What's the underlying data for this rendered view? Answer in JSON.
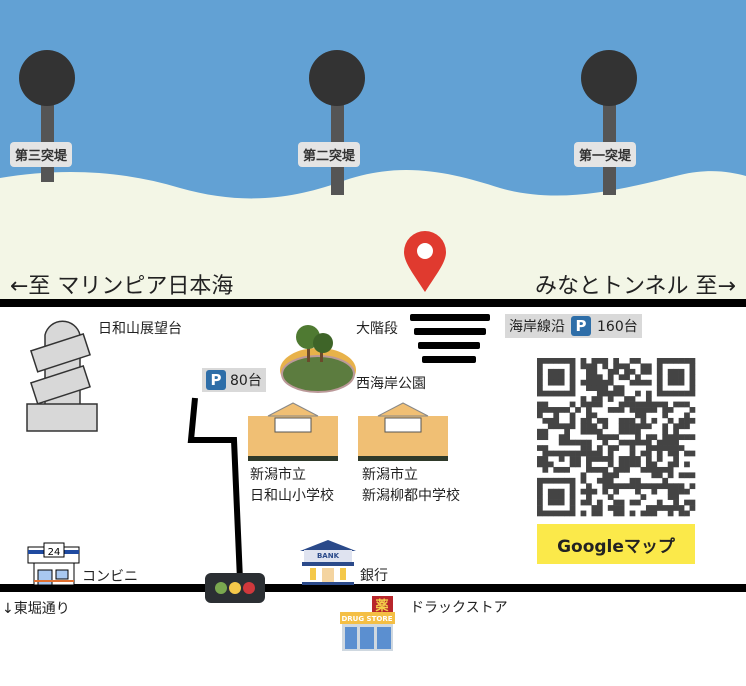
{
  "sea": {
    "piers": [
      {
        "label": "第三突堤"
      },
      {
        "label": "第二突堤"
      },
      {
        "label": "第一突堤"
      }
    ]
  },
  "directions": {
    "left": "←至 マリンピア日本海",
    "right": "みなとトンネル 至→",
    "bottom_left": "↓東堀通り"
  },
  "landmarks": {
    "observatory": "日和山展望台",
    "stairs": "大階段",
    "park": "西海岸公園",
    "parking_80": {
      "label": "80台",
      "icon": "P"
    },
    "parking_160": {
      "prefix": "海岸線沿",
      "icon": "P",
      "label": "160台"
    },
    "elementary_school": {
      "line1": "新潟市立",
      "line2": "日和山小学校"
    },
    "junior_high_school": {
      "line1": "新潟市立",
      "line2": "新潟柳都中学校"
    },
    "convenience_store": {
      "label": "コンビニ",
      "sign": "24"
    },
    "bank": {
      "label": "銀行",
      "sign": "BANK"
    },
    "drugstore": {
      "label": "ドラックストア",
      "sign": "DRUG STORE",
      "kanji": "薬"
    }
  },
  "qr": {
    "button_label": "Googleマップ"
  },
  "colors": {
    "sea": "#62a1d4",
    "beach": "#f3f6e6",
    "pin": "#e03a2f",
    "button": "#fbe94a",
    "parking": "#2e6ea8"
  }
}
